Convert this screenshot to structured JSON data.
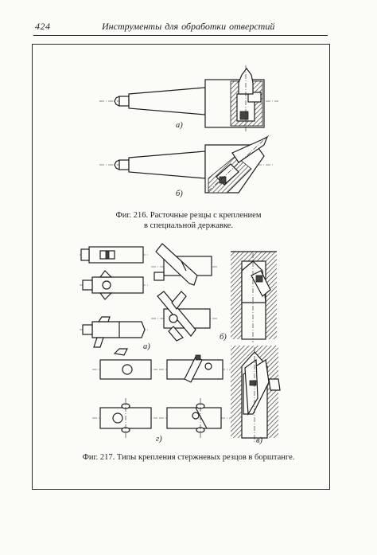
{
  "header": {
    "page_number": "424",
    "running_title": "Инструменты для обработки отверстий"
  },
  "figure216": {
    "caption_line1": "Фиг. 216. Расточные резцы с креплением",
    "caption_line2": "в специальной державке.",
    "labels": {
      "a": "а)",
      "b": "б)"
    }
  },
  "figure217": {
    "caption": "Фиг. 217. Типы крепления стержневых резцов в борштанге.",
    "labels": {
      "a": "а)",
      "b": "б)",
      "v": "в)",
      "g": "г)"
    }
  }
}
